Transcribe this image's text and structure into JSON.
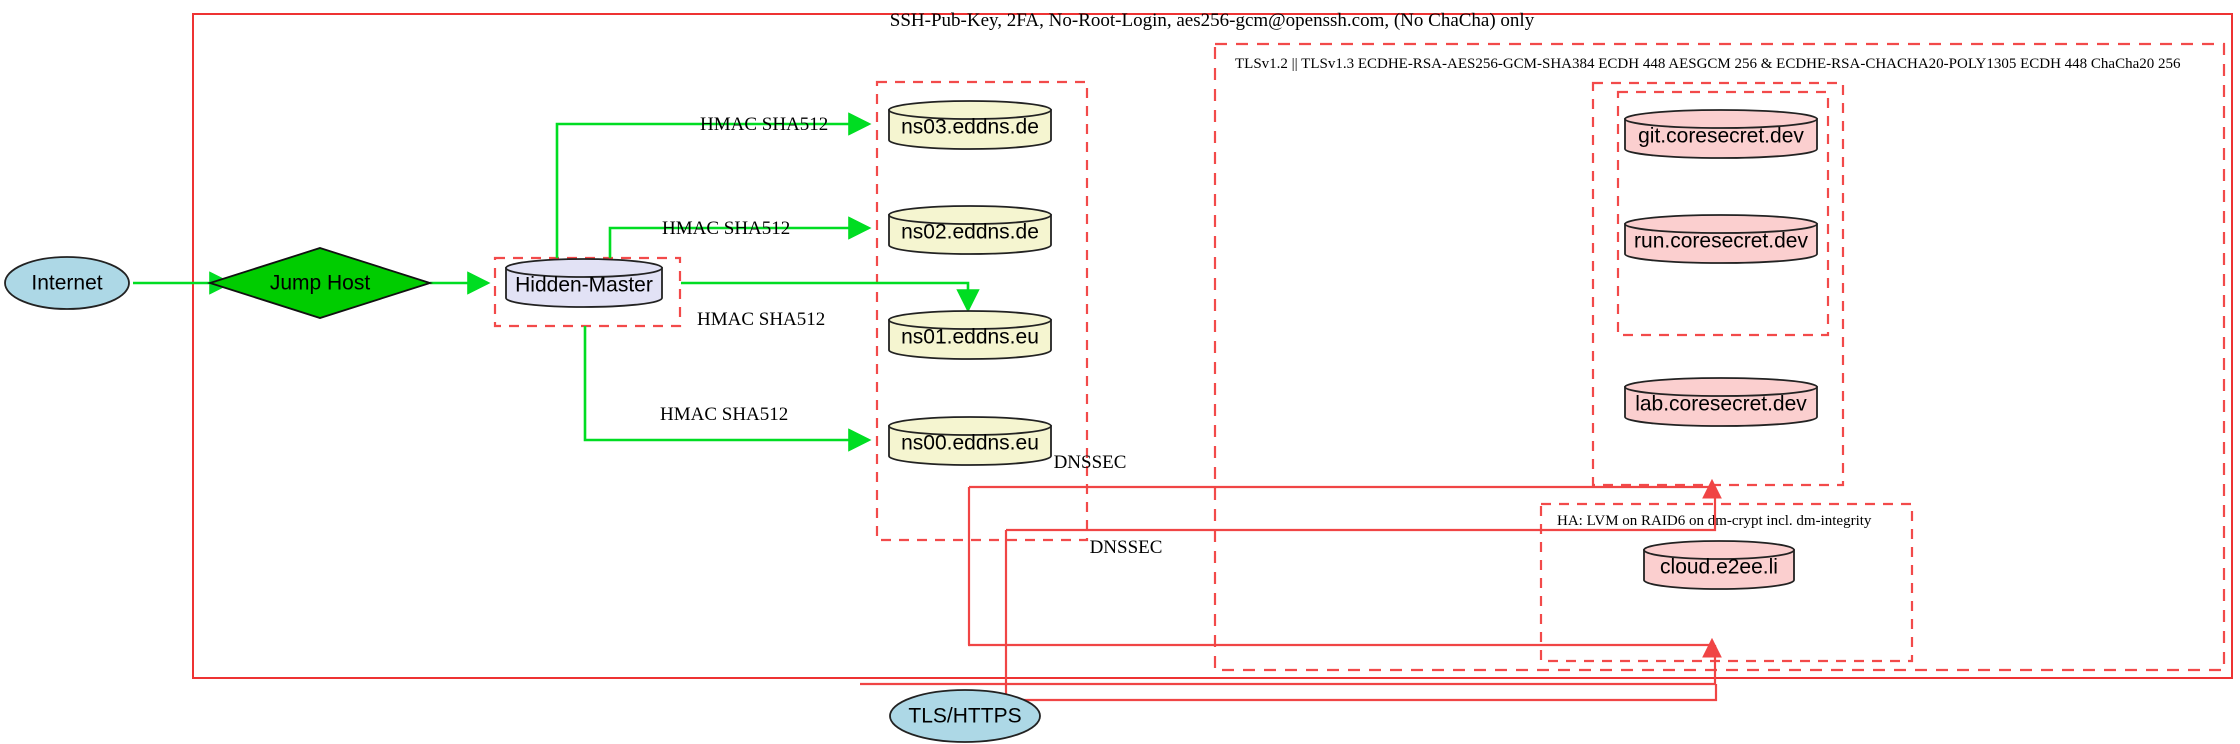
{
  "diagram": {
    "type": "network-architecture",
    "frames": {
      "outer_ssh_label": "SSH-Pub-Key, 2FA, No-Root-Login, aes256-gcm@openssh.com, (No ChaCha) only",
      "tls_label": "TLSv1.2 || TLSv1.3 ECDHE-RSA-AES256-GCM-SHA384 ECDH 448 AESGCM 256 & ECDHE-RSA-CHACHA20-POLY1305 ECDH 448 ChaCha20 256",
      "ha_label": "HA: LVM on RAID6 on dm-crypt incl. dm-integrity"
    },
    "nodes": {
      "internet": "Internet",
      "jump_host": "Jump Host",
      "hidden_master": "Hidden-Master",
      "ns03": "ns03.eddns.de",
      "ns02": "ns02.eddns.de",
      "ns01": "ns01.eddns.eu",
      "ns00": "ns00.eddns.eu",
      "git": "git.coresecret.dev",
      "run": "run.coresecret.dev",
      "lab": "lab.coresecret.dev",
      "cloud": "cloud.e2ee.li",
      "tls_https": "TLS/HTTPS"
    },
    "edge_labels": {
      "hmac_ns03": "HMAC SHA512",
      "hmac_ns02": "HMAC SHA512",
      "hmac_ns01": "HMAC SHA512",
      "hmac_ns00": "HMAC SHA512",
      "dnssec_upper": "DNSSEC",
      "dnssec_lower": "DNSSEC"
    },
    "colors": {
      "frame_red": "#ee3333",
      "edge_green": "#00dd22",
      "edge_red": "#f04545",
      "ellipse_fill": "#add8e6",
      "diamond_fill": "#00cc00",
      "master_fill": "#e2e2f5",
      "dns_fill": "#f5f5d0",
      "service_fill": "#fbcfcf"
    }
  }
}
